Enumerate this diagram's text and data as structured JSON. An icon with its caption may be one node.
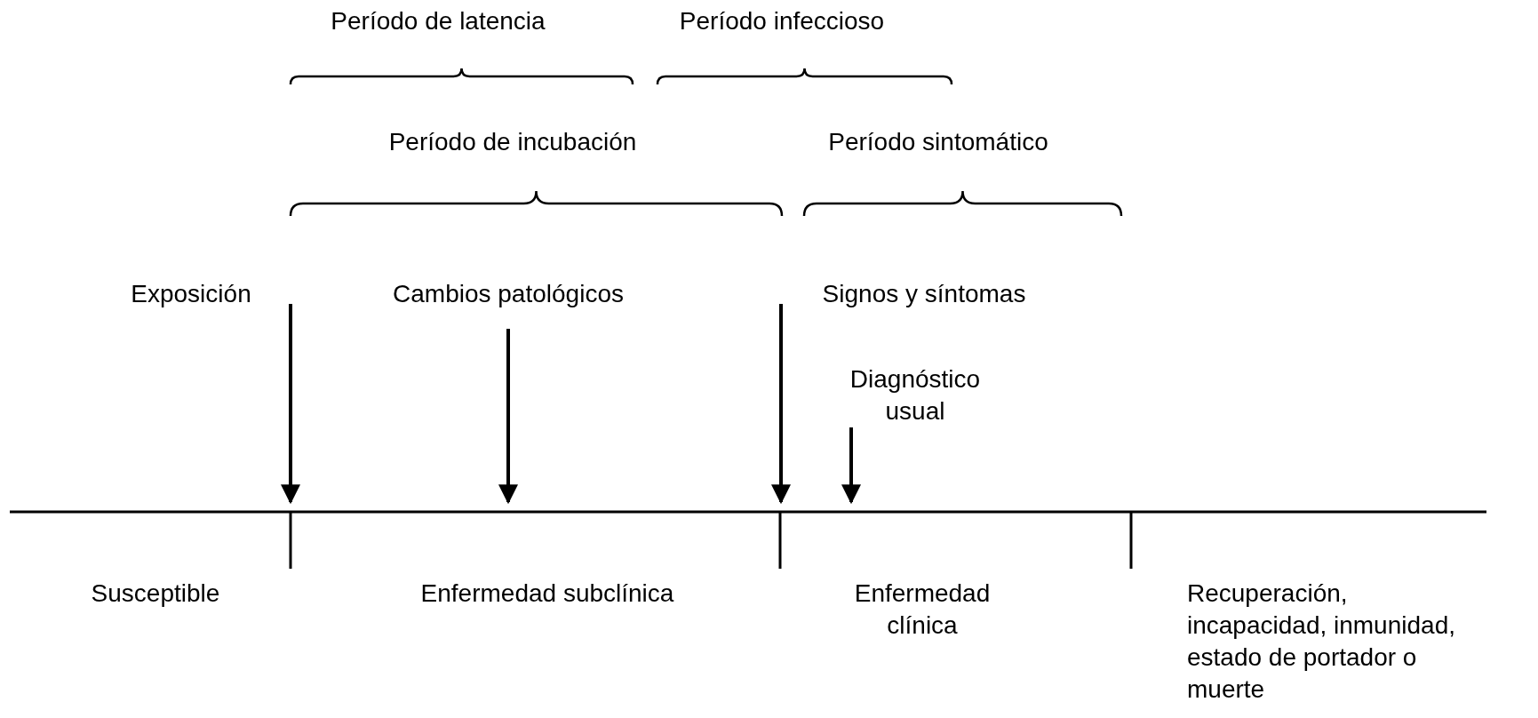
{
  "diagram": {
    "nodes": [
      {
        "text": [
          "Exposición"
        ]
      },
      {
        "text": [
          "Cambios patológicos"
        ]
      },
      {
        "text": [
          "Signos y síntomas"
        ]
      },
      {
        "text": [
          "Diagnóstico usual"
        ]
      }
    ],
    "edges": [
      {
        "from": 0,
        "to": null,
        "arrow": "to"
      },
      {
        "from": 1,
        "to": null,
        "arrow": "to"
      },
      {
        "from": 2,
        "to": null,
        "arrow": "to"
      },
      {
        "from": 3,
        "to": null,
        "arrow": "to"
      }
    ],
    "labels": [
      "Período de latencia",
      "Período infeccioso",
      "Período de incubación",
      "Período sintomático",
      "Susceptible",
      "Enfermedad subclínica",
      "Enfermedad clínica",
      "Recuperación, incapacidad, inmunidad, estado de portador o muerte"
    ]
  }
}
